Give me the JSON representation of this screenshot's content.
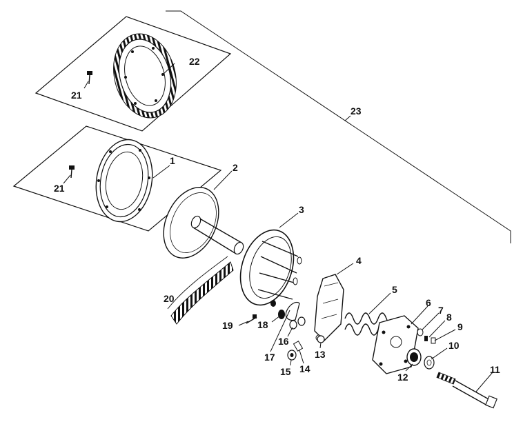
{
  "diagram": {
    "parts": [
      {
        "id": "p1",
        "number": "1"
      },
      {
        "id": "p2",
        "number": "2"
      },
      {
        "id": "p3",
        "number": "3"
      },
      {
        "id": "p4",
        "number": "4"
      },
      {
        "id": "p5",
        "number": "5"
      },
      {
        "id": "p6",
        "number": "6"
      },
      {
        "id": "p7",
        "number": "7"
      },
      {
        "id": "p8",
        "number": "8"
      },
      {
        "id": "p9",
        "number": "9"
      },
      {
        "id": "p10",
        "number": "10"
      },
      {
        "id": "p11",
        "number": "11"
      },
      {
        "id": "p12",
        "number": "12"
      },
      {
        "id": "p13",
        "number": "13"
      },
      {
        "id": "p14",
        "number": "14"
      },
      {
        "id": "p15",
        "number": "15"
      },
      {
        "id": "p16",
        "number": "16"
      },
      {
        "id": "p17",
        "number": "17"
      },
      {
        "id": "p18",
        "number": "18"
      },
      {
        "id": "p19",
        "number": "19"
      },
      {
        "id": "p20",
        "number": "20"
      },
      {
        "id": "p21a",
        "number": "21"
      },
      {
        "id": "p21b",
        "number": "21"
      },
      {
        "id": "p22",
        "number": "22"
      },
      {
        "id": "p23",
        "number": "23"
      }
    ]
  }
}
